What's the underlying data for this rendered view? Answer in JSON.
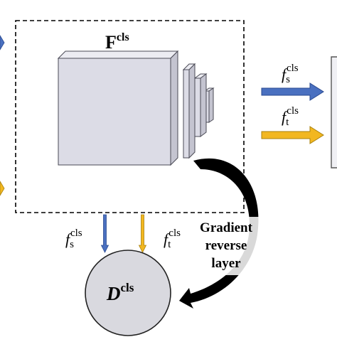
{
  "feature_extractor": {
    "symbol": "F",
    "superscript": "cls"
  },
  "discriminator": {
    "symbol": "D",
    "superscript": "cls"
  },
  "features": {
    "source": {
      "symbol": "f",
      "subscript": "s",
      "superscript": "cls"
    },
    "target": {
      "symbol": "f",
      "subscript": "t",
      "superscript": "cls"
    }
  },
  "grl_label": {
    "line1": "Gradient",
    "line2": "reverse",
    "line3": "layer"
  },
  "colors": {
    "source_arrow": "#4a70c0",
    "target_arrow": "#f2b720",
    "discriminator_fill": "#d9d9df",
    "cube_front": "#dcdce6",
    "cube_side": "#c4c4d0",
    "cube_top": "#ececf2",
    "line": "#000000"
  },
  "icons": {
    "cube_stack": "cnn-feature-maps-icon",
    "curved_arrow": "gradient-reverse-arrow-icon"
  }
}
